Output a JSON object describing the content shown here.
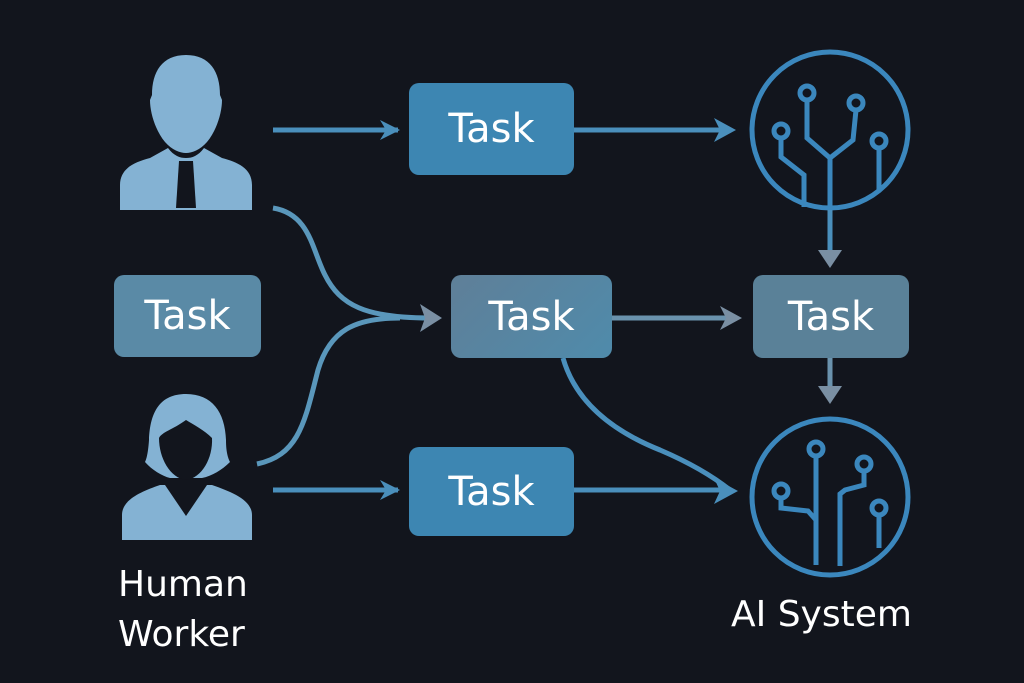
{
  "diagram": {
    "colors": {
      "background": "#12151d",
      "person_icon": "#84b2d3",
      "ai_icon": "#3b87bd",
      "task_blue": "#3d86b2",
      "task_muted": "#5a8aa6",
      "arrow_blue": "#4a8fbc",
      "arrow_gray": "#7a8fa3",
      "text": "#ffffff"
    },
    "actors": {
      "human_worker_male": {
        "icon": "person-male-tie-icon"
      },
      "human_worker_female": {
        "icon": "person-female-icon"
      },
      "human_label_line1": "Human",
      "human_label_line2": "Worker",
      "ai_system_top": {
        "icon": "circuit-tree-icon"
      },
      "ai_system_bottom": {
        "icon": "circuit-tree-icon"
      },
      "ai_label": "AI System"
    },
    "tasks": [
      {
        "id": "task-top",
        "label": "Task"
      },
      {
        "id": "task-left",
        "label": "Task"
      },
      {
        "id": "task-middle",
        "label": "Task"
      },
      {
        "id": "task-right",
        "label": "Task"
      },
      {
        "id": "task-bottom",
        "label": "Task"
      }
    ],
    "flows": [
      {
        "from": "human_worker_male",
        "to": "task-top"
      },
      {
        "from": "task-top",
        "to": "ai_system_top"
      },
      {
        "from": "human_worker_male",
        "to": "task-middle"
      },
      {
        "from": "human_worker_female",
        "to": "task-middle"
      },
      {
        "from": "task-middle",
        "to": "task-right"
      },
      {
        "from": "ai_system_top",
        "to": "task-right"
      },
      {
        "from": "task-right",
        "to": "ai_system_bottom"
      },
      {
        "from": "task-middle",
        "to": "ai_system_bottom"
      },
      {
        "from": "human_worker_female",
        "to": "task-bottom"
      },
      {
        "from": "task-bottom",
        "to": "ai_system_bottom"
      }
    ]
  }
}
